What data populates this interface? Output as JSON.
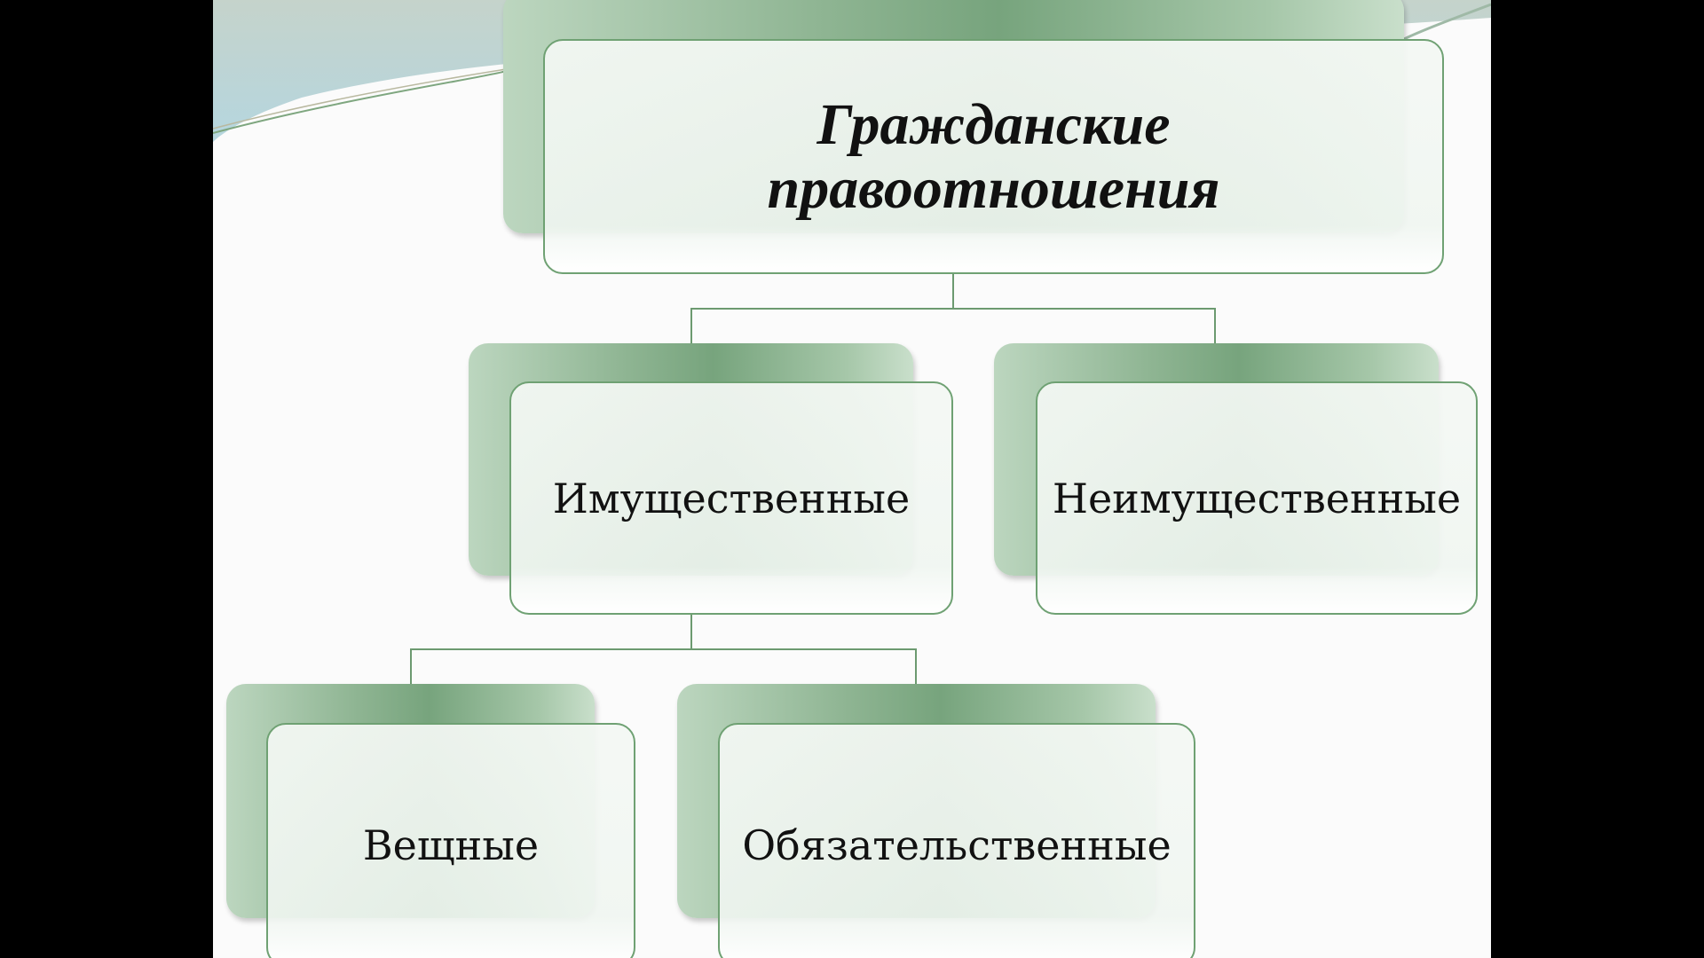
{
  "diagram": {
    "root": "Гражданские правоотношения",
    "level1": [
      "Имущественные",
      "Неимущественные"
    ],
    "level2": [
      "Вещные",
      "Обязательственные"
    ]
  },
  "colors": {
    "accent": "#77a47d",
    "border": "#6fa173"
  }
}
